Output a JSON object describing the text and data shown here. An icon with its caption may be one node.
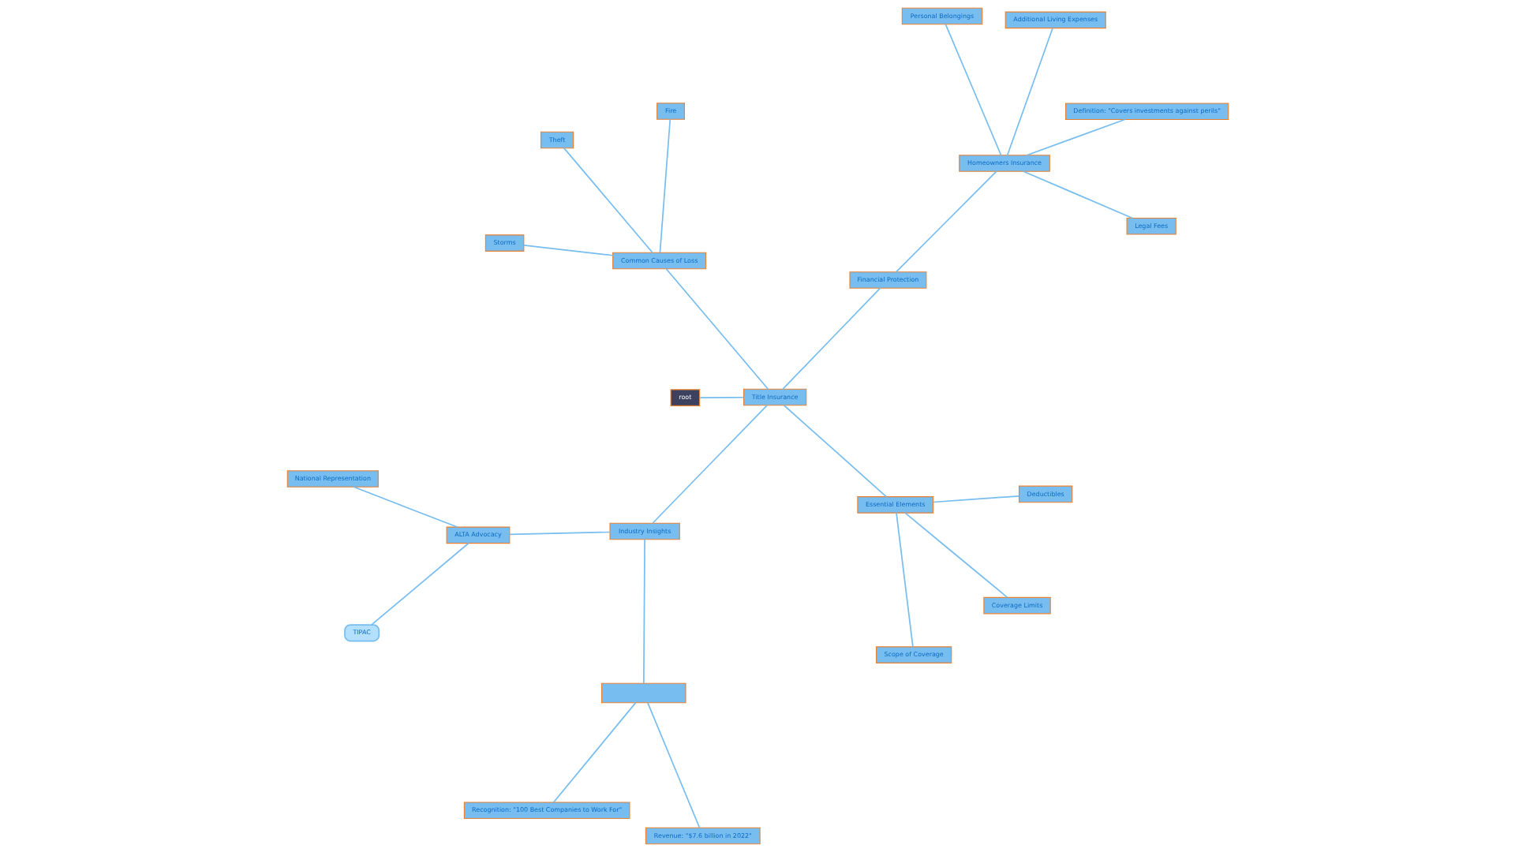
{
  "diagram": {
    "nodes": [
      {
        "text": [
          "root"
        ]
      },
      {
        "text": [
          "Title Insurance"
        ]
      },
      {
        "text": [
          "Industry Insights"
        ]
      },
      {
        "text": [
          "ALTA Advocacy"
        ]
      },
      {
        "text": [
          "National Representation"
        ]
      },
      {
        "text": [
          "TIPAC"
        ]
      },
      {
        "text": [],
        "shape": "box"
      },
      {
        "text": [
          "Revenue: \"$7.6 billion in 2022\""
        ]
      },
      {
        "text": [
          "Recognition: \"100 Best Companies to Work For\""
        ]
      },
      {
        "text": [
          "Essential Elements"
        ]
      },
      {
        "text": [
          "Coverage Limits"
        ]
      },
      {
        "text": [
          "Scope of Coverage"
        ]
      },
      {
        "text": [
          "Deductibles"
        ]
      },
      {
        "text": [
          "Financial Protection"
        ]
      },
      {
        "text": [
          "Homeowners Insurance"
        ]
      },
      {
        "text": [
          "Definition: \"Covers investments against perils\""
        ]
      },
      {
        "text": [
          "Legal Fees"
        ]
      },
      {
        "text": [
          "Additional Living Expenses"
        ]
      },
      {
        "text": [
          "Personal Belongings"
        ]
      },
      {
        "text": [
          "Common Causes of Loss"
        ]
      },
      {
        "text": [
          "Fire"
        ]
      },
      {
        "text": [
          "Storms"
        ]
      },
      {
        "text": [
          "Theft"
        ]
      }
    ],
    "edges": [
      {
        "from": 0,
        "to": 1,
        "arrow": "none"
      },
      {
        "from": 1,
        "to": 2,
        "arrow": "none"
      },
      {
        "from": 2,
        "to": 3,
        "arrow": "none"
      },
      {
        "from": 3,
        "to": 4,
        "arrow": "none"
      },
      {
        "from": 3,
        "to": 5,
        "arrow": "none"
      },
      {
        "from": 2,
        "to": 6,
        "arrow": "none"
      },
      {
        "from": 6,
        "to": 7,
        "arrow": "none"
      },
      {
        "from": 6,
        "to": 8,
        "arrow": "none"
      },
      {
        "from": 1,
        "to": 9,
        "arrow": "none"
      },
      {
        "from": 9,
        "to": 10,
        "arrow": "none"
      },
      {
        "from": 9,
        "to": 11,
        "arrow": "none"
      },
      {
        "from": 9,
        "to": 12,
        "arrow": "none"
      },
      {
        "from": 1,
        "to": 13,
        "arrow": "none"
      },
      {
        "from": 13,
        "to": 14,
        "arrow": "none"
      },
      {
        "from": 14,
        "to": 15,
        "arrow": "none"
      },
      {
        "from": 14,
        "to": 16,
        "arrow": "none"
      },
      {
        "from": 14,
        "to": 17,
        "arrow": "none"
      },
      {
        "from": 14,
        "to": 18,
        "arrow": "none"
      },
      {
        "from": 1,
        "to": 19,
        "arrow": "none"
      },
      {
        "from": 19,
        "to": 20,
        "arrow": "none"
      },
      {
        "from": 19,
        "to": 21,
        "arrow": "none"
      },
      {
        "from": 19,
        "to": 22,
        "arrow": "none"
      }
    ]
  }
}
